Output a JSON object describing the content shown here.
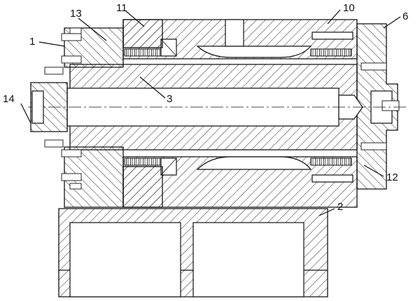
{
  "drawing": {
    "colors": {
      "line": "#111111",
      "background": "#ffffff"
    },
    "callouts": [
      {
        "id": "c13",
        "text": "13"
      },
      {
        "id": "c11",
        "text": "11"
      },
      {
        "id": "c10",
        "text": "10"
      },
      {
        "id": "c6",
        "text": "6"
      },
      {
        "id": "c1",
        "text": "1"
      },
      {
        "id": "c14",
        "text": "14"
      },
      {
        "id": "c3",
        "text": "3"
      },
      {
        "id": "c12",
        "text": "12"
      },
      {
        "id": "c2",
        "text": "2"
      }
    ]
  }
}
